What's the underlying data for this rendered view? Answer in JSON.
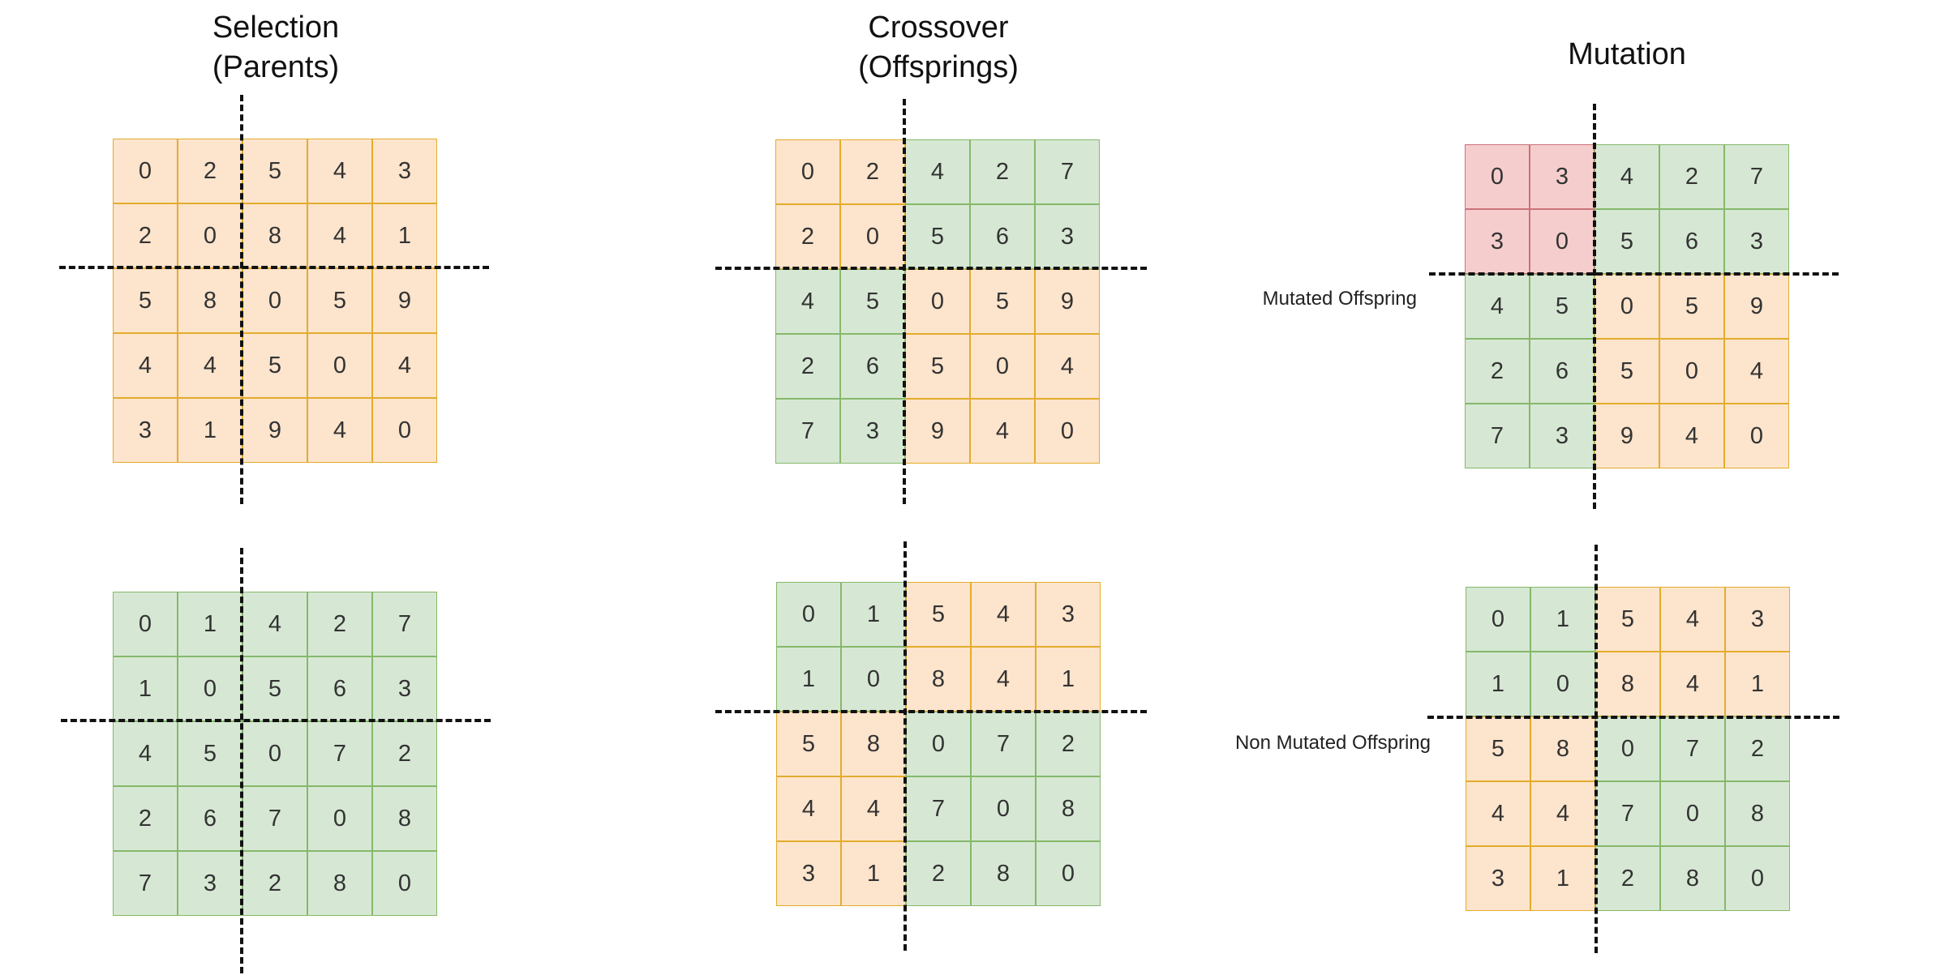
{
  "titles": {
    "selection": "Selection\n(Parents)",
    "crossover": "Crossover\n(Offsprings)",
    "mutation": "Mutation"
  },
  "labels": {
    "mutated": "Mutated Offspring",
    "non_mutated": "Non Mutated Offspring"
  },
  "colors": {
    "parent_a": "#fde4cc",
    "parent_b": "#d6e8d4",
    "mutated": "#f6cdcd"
  },
  "grids": [
    {
      "name": "parent-a-grid",
      "values": [
        [
          0,
          2,
          5,
          4,
          3
        ],
        [
          2,
          0,
          8,
          4,
          1
        ],
        [
          5,
          8,
          0,
          5,
          9
        ],
        [
          4,
          4,
          5,
          0,
          4
        ],
        [
          3,
          1,
          9,
          4,
          0
        ]
      ],
      "colors": [
        "ooooo",
        "ooooo",
        "ooooo",
        "ooooo",
        "ooooo"
      ]
    },
    {
      "name": "parent-b-grid",
      "values": [
        [
          0,
          1,
          4,
          2,
          7
        ],
        [
          1,
          0,
          5,
          6,
          3
        ],
        [
          4,
          5,
          0,
          7,
          2
        ],
        [
          2,
          6,
          7,
          0,
          8
        ],
        [
          7,
          3,
          2,
          8,
          0
        ]
      ],
      "colors": [
        "ggggg",
        "ggggg",
        "ggggg",
        "ggggg",
        "ggggg"
      ]
    },
    {
      "name": "offspring-1-grid",
      "values": [
        [
          0,
          2,
          4,
          2,
          7
        ],
        [
          2,
          0,
          5,
          6,
          3
        ],
        [
          4,
          5,
          0,
          5,
          9
        ],
        [
          2,
          6,
          5,
          0,
          4
        ],
        [
          7,
          3,
          9,
          4,
          0
        ]
      ],
      "colors": [
        "ooggg",
        "ooggg",
        "ggooo",
        "ggooo",
        "ggooo"
      ]
    },
    {
      "name": "offspring-2-grid",
      "values": [
        [
          0,
          1,
          5,
          4,
          3
        ],
        [
          1,
          0,
          8,
          4,
          1
        ],
        [
          5,
          8,
          0,
          7,
          2
        ],
        [
          4,
          4,
          7,
          0,
          8
        ],
        [
          3,
          1,
          2,
          8,
          0
        ]
      ],
      "colors": [
        "ggooo",
        "ggooo",
        "ooggg",
        "ooggg",
        "ooggg"
      ]
    },
    {
      "name": "mutated-offspring-grid",
      "values": [
        [
          0,
          3,
          4,
          2,
          7
        ],
        [
          3,
          0,
          5,
          6,
          3
        ],
        [
          4,
          5,
          0,
          5,
          9
        ],
        [
          2,
          6,
          5,
          0,
          4
        ],
        [
          7,
          3,
          9,
          4,
          0
        ]
      ],
      "colors": [
        "rrggg",
        "rrggg",
        "ggooo",
        "ggooo",
        "ggooo"
      ]
    },
    {
      "name": "non-mutated-offspring-grid",
      "values": [
        [
          0,
          1,
          5,
          4,
          3
        ],
        [
          1,
          0,
          8,
          4,
          1
        ],
        [
          5,
          8,
          0,
          7,
          2
        ],
        [
          4,
          4,
          7,
          0,
          8
        ],
        [
          3,
          1,
          2,
          8,
          0
        ]
      ],
      "colors": [
        "ggooo",
        "ggooo",
        "ooggg",
        "ooggg",
        "ooggg"
      ]
    }
  ]
}
